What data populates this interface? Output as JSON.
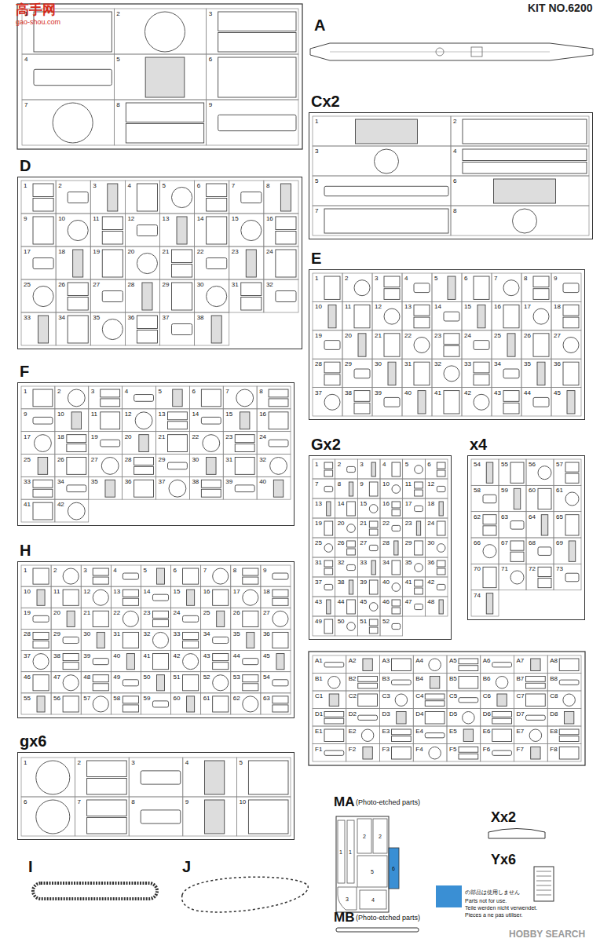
{
  "diagram": {
    "nodes": [
      {
        "text": [
          "Cx2"
        ]
      },
      {
        "text": [
          "D"
        ]
      },
      {
        "text": [
          "E"
        ]
      },
      {
        "text": [
          "F"
        ]
      },
      {
        "text": [
          "Gx2"
        ]
      },
      {
        "text": [
          "x4"
        ]
      },
      {
        "text": [
          "H"
        ]
      },
      {
        "text": [
          "gx6"
        ]
      }
    ],
    "labels": [
      "高手网",
      "gao-shou.com",
      "KIT NO.6200",
      "A",
      "I",
      "J",
      "MA",
      "(Photo-etched parts)",
      "MB",
      "(Photo-etched parts)",
      "Xx2",
      "Yx6",
      "Parts not for use.",
      "Teile werden nicht verwendet.",
      "Pieces a ne pas utiliser.",
      "HOBBY SEARCH",
      "1",
      "1",
      "2",
      "2",
      "3",
      "4",
      "5",
      "6",
      "1",
      "2",
      "3",
      "4",
      "5",
      "6",
      "7",
      "8",
      "9",
      "1",
      "2",
      "3",
      "4",
      "5",
      "6",
      "7",
      "8",
      "1",
      "2",
      "3",
      "4",
      "5",
      "6",
      "7",
      "8",
      "9",
      "10",
      "11",
      "12",
      "13",
      "14",
      "15",
      "16",
      "17",
      "18",
      "19",
      "20",
      "21",
      "22",
      "23",
      "24",
      "25",
      "26",
      "27",
      "28",
      "29",
      "30",
      "31",
      "32",
      "33",
      "34",
      "35",
      "36",
      "37",
      "38",
      "1",
      "2",
      "3",
      "4",
      "5",
      "6",
      "7",
      "8",
      "9",
      "10",
      "11",
      "12",
      "13",
      "14",
      "15",
      "16",
      "17",
      "18",
      "19",
      "20",
      "21",
      "22",
      "23",
      "24",
      "25",
      "26",
      "27",
      "28",
      "29",
      "30",
      "31",
      "32",
      "33",
      "34",
      "35",
      "36",
      "37",
      "38",
      "39",
      "40",
      "41",
      "42",
      "43",
      "44",
      "45",
      "1",
      "2",
      "3",
      "4",
      "5",
      "6",
      "7",
      "8",
      "9",
      "10",
      "11",
      "12",
      "13",
      "14",
      "15",
      "16",
      "17",
      "18",
      "19",
      "20",
      "21",
      "22",
      "23",
      "24",
      "25",
      "26",
      "27",
      "28",
      "29",
      "30",
      "31",
      "32",
      "33",
      "34",
      "35",
      "36",
      "37",
      "38",
      "39",
      "40",
      "41",
      "42",
      "1",
      "2",
      "3",
      "4",
      "5",
      "6",
      "7",
      "8",
      "9",
      "10",
      "11",
      "12",
      "13",
      "14",
      "15",
      "16",
      "17",
      "18",
      "19",
      "20",
      "21",
      "22",
      "23",
      "24",
      "25",
      "26",
      "27",
      "28",
      "29",
      "30",
      "31",
      "32",
      "33",
      "34",
      "35",
      "36",
      "37",
      "38",
      "39",
      "40",
      "41",
      "42",
      "43",
      "44",
      "45",
      "46",
      "47",
      "48",
      "49",
      "50",
      "51",
      "52",
      "54",
      "55",
      "56",
      "57",
      "58",
      "59",
      "60",
      "61",
      "62",
      "63",
      "64",
      "65",
      "66",
      "67",
      "68",
      "69",
      "70",
      "71",
      "72",
      "73",
      "74",
      "1",
      "2",
      "3",
      "4",
      "5",
      "6",
      "7",
      "8",
      "9",
      "10",
      "11",
      "12",
      "13",
      "14",
      "15",
      "16",
      "17",
      "18",
      "19",
      "20",
      "21",
      "22",
      "23",
      "24",
      "25",
      "26",
      "27",
      "28",
      "29",
      "30",
      "31",
      "32",
      "33",
      "34",
      "35",
      "36",
      "37",
      "38",
      "39",
      "40",
      "41",
      "42",
      "43",
      "44",
      "45",
      "46",
      "47",
      "48",
      "49",
      "50",
      "51",
      "52",
      "53",
      "54",
      "55",
      "56",
      "57",
      "58",
      "59",
      "60",
      "61",
      "62",
      "63",
      "A1",
      "A2",
      "A3",
      "A4",
      "A5",
      "A6",
      "A7",
      "A8",
      "B1",
      "B2",
      "B3",
      "B4",
      "B5",
      "B6",
      "B7",
      "B8",
      "C1",
      "C2",
      "C3",
      "C4",
      "C5",
      "C6",
      "C7",
      "C8",
      "D1",
      "D2",
      "D3",
      "D4",
      "D5",
      "D6",
      "D7",
      "D8",
      "E1",
      "E2",
      "E3",
      "E4",
      "E5",
      "E6",
      "E7",
      "E8",
      "F1",
      "F2",
      "F3",
      "F4",
      "F5",
      "F6",
      "F7",
      "F8",
      "1",
      "2",
      "3",
      "4",
      "5",
      "6",
      "7",
      "8",
      "9",
      "10"
    ],
    "legend": [
      {
        "text": "の部品は使用しません",
        "color": "#3a8fd4"
      }
    ]
  }
}
